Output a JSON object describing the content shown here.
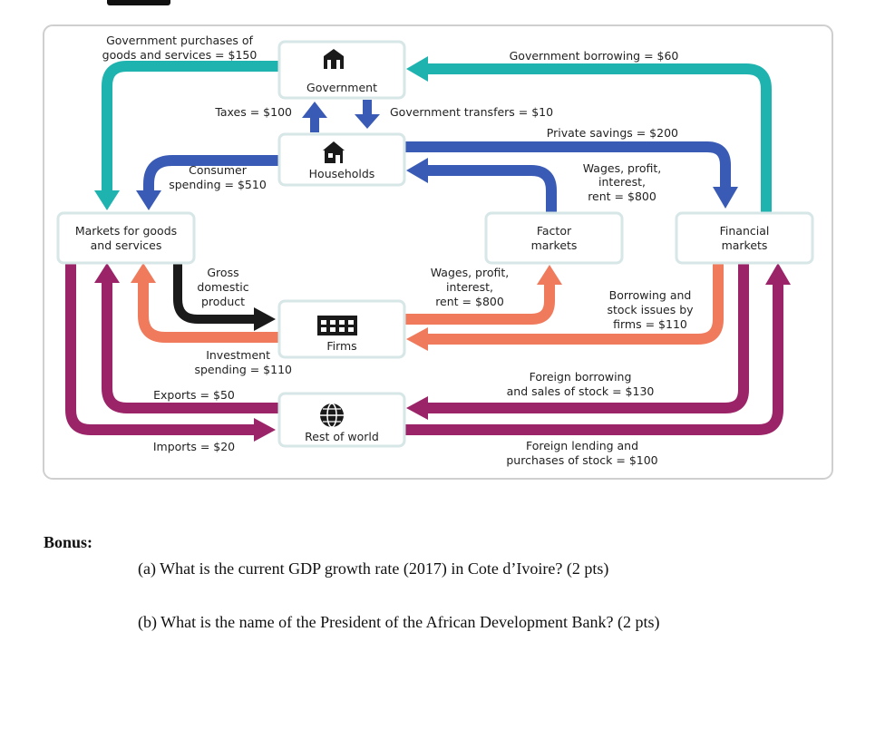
{
  "diagram": {
    "nodes": {
      "government": "Government",
      "households": "Households",
      "markets_goods": [
        "Markets for goods",
        "and services"
      ],
      "factor_markets": [
        "Factor",
        "markets"
      ],
      "financial_markets": [
        "Financial",
        "markets"
      ],
      "firms": "Firms",
      "rest_of_world": "Rest of world"
    },
    "flows": {
      "gov_purchases": [
        "Government purchases of",
        "goods and services = $150"
      ],
      "gov_borrowing": "Government borrowing = $60",
      "taxes": "Taxes = $100",
      "gov_transfers": "Government transfers = $10",
      "private_savings": "Private savings = $200",
      "consumer_spending": [
        "Consumer",
        "spending = $510"
      ],
      "wages_households": [
        "Wages, profit,",
        "interest,",
        "rent = $800"
      ],
      "gdp": [
        "Gross",
        "domestic",
        "product"
      ],
      "wages_firms": [
        "Wages, profit,",
        "interest,",
        "rent = $800"
      ],
      "borrowing_firms": [
        "Borrowing and",
        "stock issues by",
        "firms = $110"
      ],
      "investment": [
        "Investment",
        "spending = $110"
      ],
      "exports": "Exports = $50",
      "foreign_borrowing": [
        "Foreign borrowing",
        "and sales of stock = $130"
      ],
      "imports": "Imports = $20",
      "foreign_lending": [
        "Foreign lending and",
        "purchases of stock = $100"
      ]
    },
    "icons": [
      "government-building-icon",
      "house-icon",
      "factory-icon",
      "globe-icon"
    ],
    "colors": {
      "teal": "#1fb3b0",
      "blue": "#3a5bb5",
      "salmon": "#f07a5c",
      "black": "#1a1a1a",
      "purple": "#9b2468",
      "border": "#cfcfcf"
    }
  },
  "bonus": {
    "title": "Bonus",
    "q_a": "(a)  What is the current GDP growth rate (2017) in Cote d’Ivoire? (2 pts)",
    "q_b": "(b)  What is the name of the President of the African Development Bank? (2 pts)"
  }
}
